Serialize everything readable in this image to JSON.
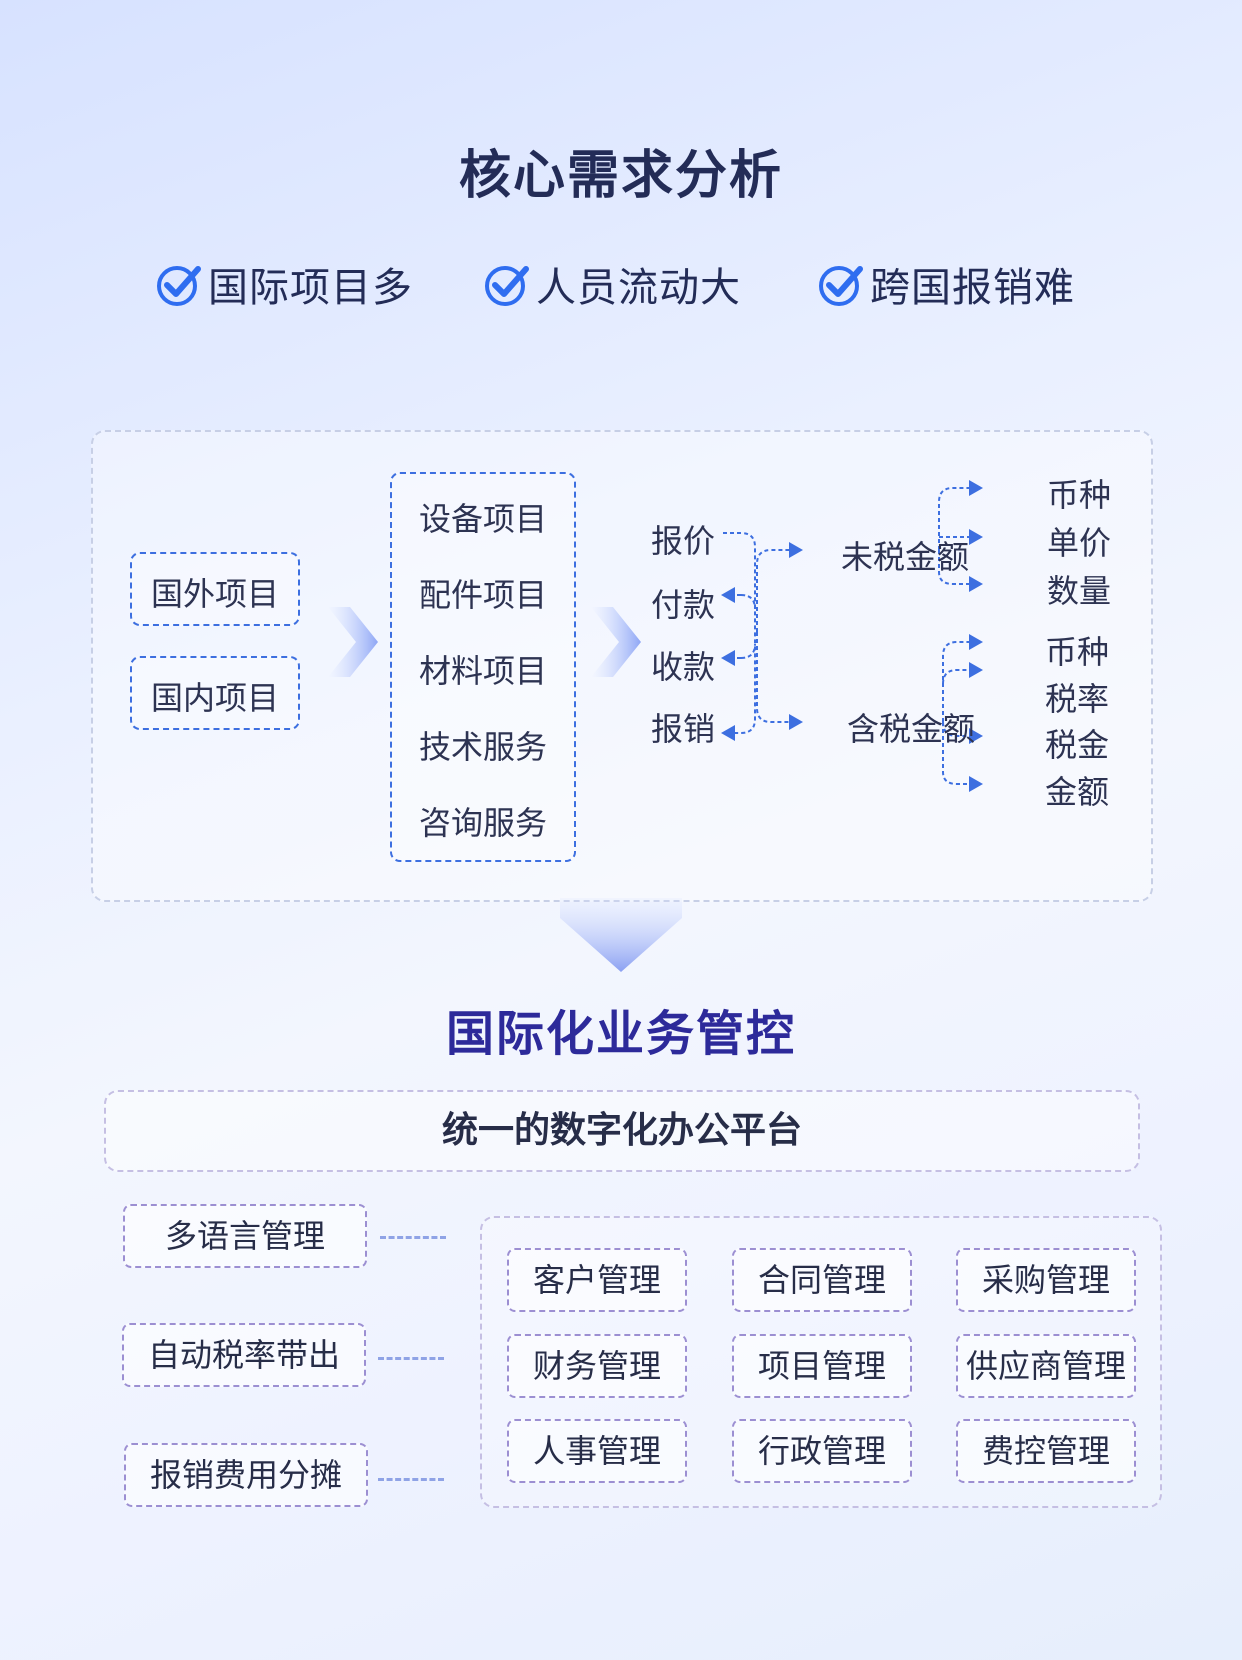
{
  "title": "核心需求分析",
  "needs": [
    "国际项目多",
    "人员流动大",
    "跨国报销难"
  ],
  "flow": {
    "sources": [
      "国外项目",
      "国内项目"
    ],
    "project_types": [
      "设备项目",
      "配件项目",
      "材料项目",
      "技术服务",
      "咨询服务"
    ],
    "actions": [
      "报价",
      "付款",
      "收款",
      "报销"
    ],
    "pre_tax": {
      "label": "未税金额",
      "items": [
        "币种",
        "单价",
        "数量"
      ]
    },
    "with_tax": {
      "label": "含税金额",
      "items": [
        "币种",
        "税率",
        "税金",
        "金额"
      ]
    }
  },
  "subtitle": "国际化业务管控",
  "platform": "统一的数字化办公平台",
  "features": [
    "多语言管理",
    "自动税率带出",
    "报销费用分摊"
  ],
  "modules": [
    [
      "客户管理",
      "合同管理",
      "采购管理"
    ],
    [
      "财务管理",
      "项目管理",
      "供应商管理"
    ],
    [
      "人事管理",
      "行政管理",
      "费控管理"
    ]
  ],
  "colors": {
    "title": "#232c57",
    "subtitle": "#2d2a9a",
    "accent": "#3d6fe0",
    "check": "#2f6df0",
    "module_border": "#9c8fd2"
  }
}
